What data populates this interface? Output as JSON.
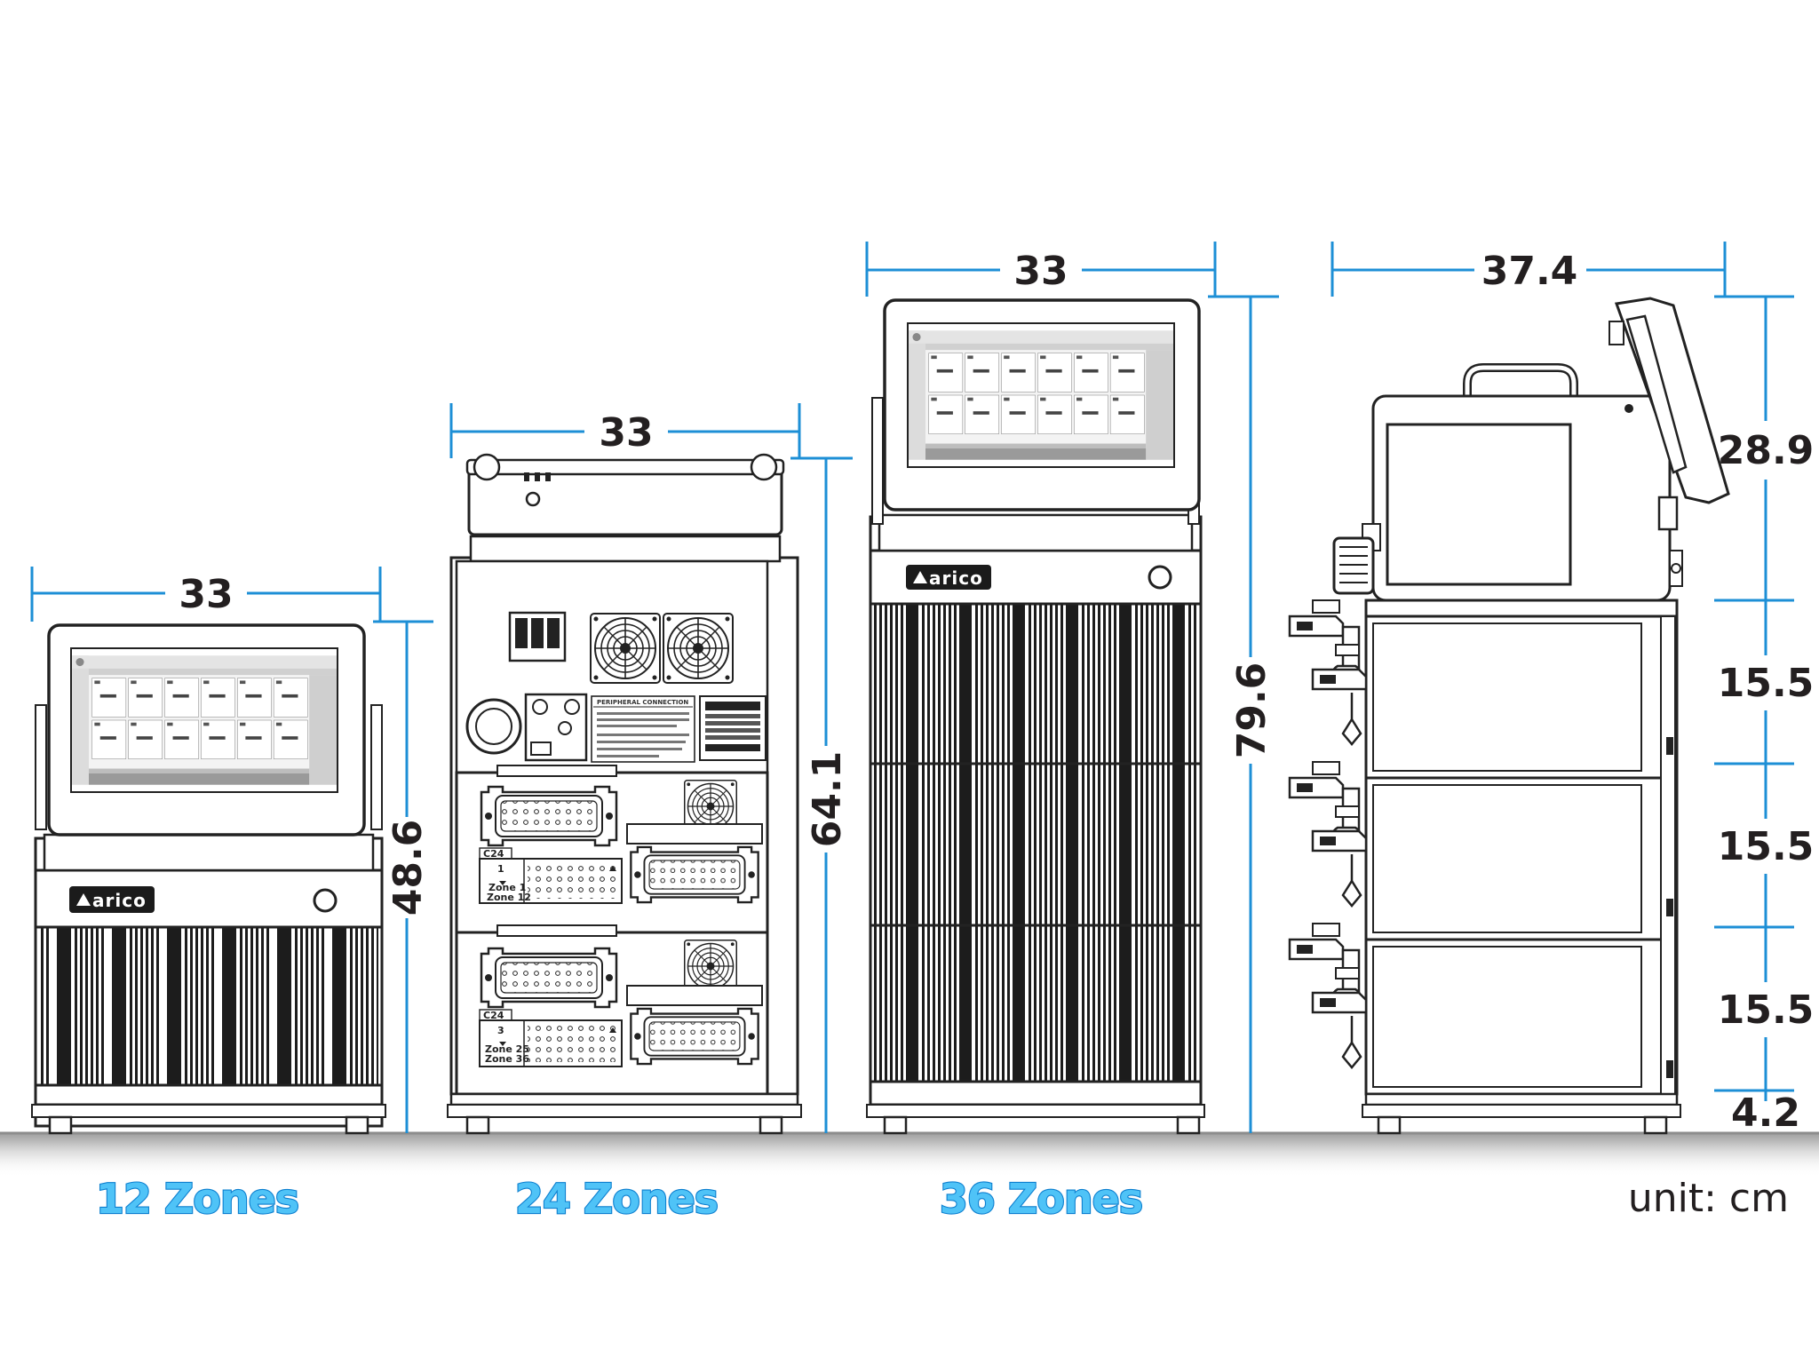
{
  "brand": "arico",
  "unit_label": "unit: cm",
  "models": [
    {
      "zones_label": "12 Zones",
      "width": "33",
      "height": "48.6"
    },
    {
      "zones_label": "24 Zones",
      "width": "33",
      "height": "64.1"
    },
    {
      "zones_label": "36 Zones",
      "width": "33",
      "height": "79.6"
    }
  ],
  "side_view": {
    "depth": "37.4",
    "segments": [
      "28.9",
      "15.5",
      "15.5",
      "15.5",
      "4.2"
    ]
  },
  "rear_panel": {
    "title": "PERIPHERAL CONNECTION",
    "module_1": {
      "tag": "C24",
      "number": "1",
      "zone_from": "Zone 1",
      "zone_to": "Zone 12"
    },
    "module_3": {
      "tag": "C24",
      "number": "3",
      "zone_from": "Zone 25",
      "zone_to": "Zone 36"
    }
  },
  "colors": {
    "dimension_line": "#1d8fd6",
    "zone_label_fill": "#4fc3f7",
    "zone_label_stroke": "#0d7fcf",
    "ground": "#c9c9c9"
  }
}
